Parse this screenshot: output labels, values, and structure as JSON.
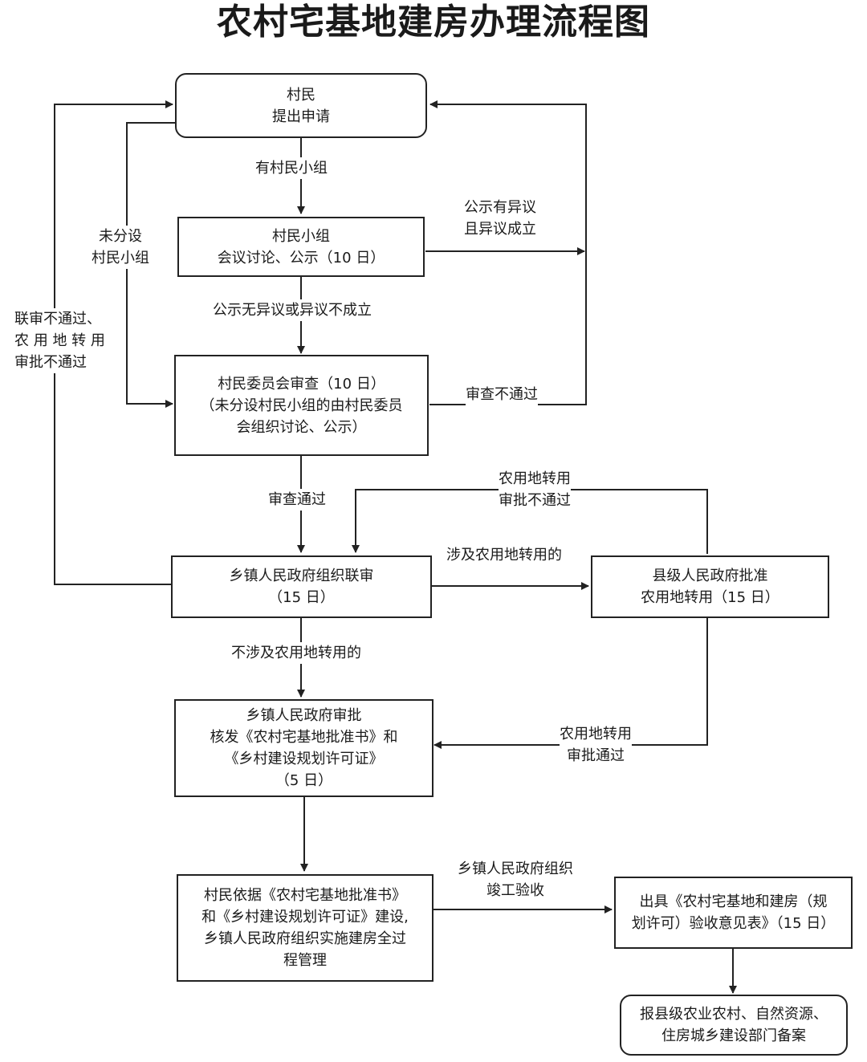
{
  "title": "农村宅基地建房办理流程图",
  "nodes": {
    "apply": [
      "村民",
      "提出申请"
    ],
    "group_meeting": [
      "村民小组",
      "会议讨论、公示（10 日）"
    ],
    "committee_review": [
      "村民委员会审查（10 日）",
      "（未分设村民小组的由村民委员",
      "会组织讨论、公示）"
    ],
    "township_joint_review": [
      "乡镇人民政府组织联审",
      "（15 日）"
    ],
    "county_approval": [
      "县级人民政府批准",
      "农用地转用（15 日）"
    ],
    "township_approval": [
      "乡镇人民政府审批",
      "核发《农村宅基地批准书》和",
      "《乡村建设规划许可证》",
      "（5 日）"
    ],
    "construction": [
      "村民依据《农村宅基地批准书》",
      "和《乡村建设规划许可证》建设,",
      "乡镇人民政府组织实施建房全过",
      "程管理"
    ],
    "acceptance_form": [
      "出具《农村宅基地和建房（规",
      "划许可）验收意见表》（15 日）"
    ],
    "filing": [
      "报县级农业农村、自然资源、",
      "住房城乡建设部门备案"
    ]
  },
  "edge_labels": {
    "has_group": [
      "有村民小组"
    ],
    "no_group": [
      "未分设",
      "村民小组"
    ],
    "joint_fail": [
      "联审不通过、",
      "农 用 地 转 用",
      "审批不通过"
    ],
    "objection_valid": [
      "公示有异议",
      "且异议成立"
    ],
    "no_objection": [
      "公示无异议或异议不成立"
    ],
    "review_fail": [
      "审查不通过"
    ],
    "review_pass": [
      "审查通过"
    ],
    "conversion_fail": [
      "农用地转用",
      "审批不通过"
    ],
    "involves_conversion": [
      "涉及农用地转用的"
    ],
    "not_involves_conversion": [
      "不涉及农用地转用的"
    ],
    "conversion_pass": [
      "农用地转用",
      "审批通过"
    ],
    "completion_acceptance": [
      "乡镇人民政府组织",
      "竣工验收"
    ]
  }
}
